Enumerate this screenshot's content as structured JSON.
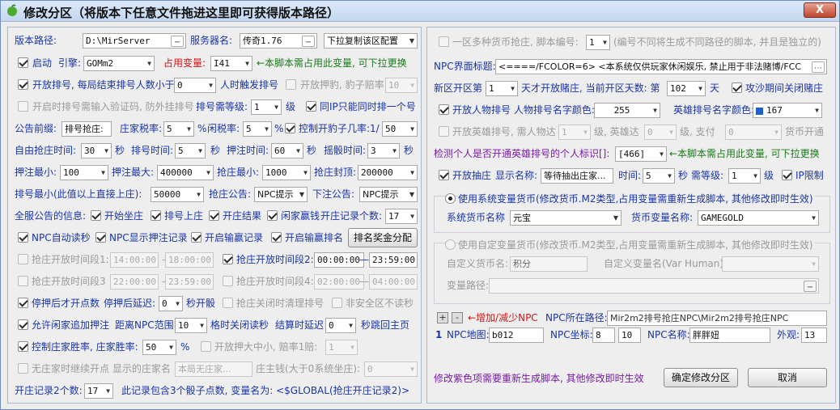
{
  "window": {
    "title": "修改分区（将版本下任意文件拖进这里即可获得版本路径）",
    "close": "X"
  },
  "left": {
    "version_path_label": "版本路径:",
    "version_path_value": "D:\\MirServer",
    "server_name_label": "服务器名:",
    "server_name_value": "传奇1.76",
    "copy_config_select": "下拉复制该区配置",
    "start_label": "启动",
    "engine_label": "引擎:",
    "engine_value": "GOMm2",
    "used_var_label": "占用变量:",
    "used_var_value": "I41",
    "used_var_note": "←本脚本需占用此变量, 可下拉更换",
    "open_rank_label": "开放排号, 每局结束排号人数小于",
    "open_rank_value": "0",
    "open_rank_suffix": "人时触发排号",
    "open_bet_label": "开放押豹, 豹子赔率:",
    "open_bet_value": "10",
    "captcha_label": "开启时排号需输入验证码, 防外挂排号",
    "rank_level_label": "排号需等级:",
    "rank_level_value": "1",
    "rank_level_unit": "级",
    "same_ip_label": "同IP只能同时排一个号",
    "notice_prefix_label": "公告前缀:",
    "notice_prefix_value": "排号抢庄:",
    "dealer_tax_label": "庄家税率:",
    "dealer_tax_value": "5",
    "pct": "%",
    "idle_tax_label": "闲税率:",
    "idle_tax_value": "5",
    "control_dice_label": "控制开豹子几率:1/",
    "control_dice_value": "50",
    "free_time_label": "自由抢庄时间:",
    "free_time_value": "30",
    "sec": "秒",
    "rank_time_label": "排号时间:",
    "rank_time_value": "5",
    "bet_time_label": "押注时间:",
    "bet_time_value": "60",
    "dice_time_label": "摇骰时间:",
    "dice_time_value": "3",
    "bet_min_label": "押注最小:",
    "bet_min_value": "100",
    "bet_max_label": "押注最大:",
    "bet_max_value": "400000",
    "grab_min_label": "抢庄最小:",
    "grab_min_value": "1000",
    "grab_cap_label": "抢庄封顶:",
    "grab_cap_value": "200000",
    "rank_min_label": "排号最小(此值以上直接上庄):",
    "rank_min_value": "50000",
    "grab_notice_label": "抢庄公告:",
    "grab_notice_value": "NPC提示",
    "down_notice_label": "下注公告:",
    "down_notice_value": "NPC提示",
    "global_notice_label": "全服公告的信息:",
    "start_sit_label": "开始坐庄",
    "rank_up_label": "排号上庄",
    "end_label": "开庄结果",
    "idle_win_label": "闲家赢钱",
    "record_count_label": "开庄记录个数:",
    "record_count_value": "17",
    "npc_auto_read_label": "NPC自动读秒",
    "npc_show_bet_label": "NPC显示押注记录",
    "win_loss_record_label": "开启输赢记录",
    "win_loss_rank_label": "开启输赢排名",
    "rank_prize_btn": "排名奖金分配",
    "grab_period1_label": "抢庄开放时间段1:",
    "p1_start": "14:00:00",
    "p1_end": "18:00:00",
    "dash": "—",
    "grab_period2_label": "抢庄开放时间段2:",
    "p2_start": "00:00:00",
    "p2_end": "23:59:00",
    "grab_period3_label": "抢庄开放时间段3",
    "p3_start": "22:00:00",
    "p3_end": "23:59:00",
    "grab_period4_label": "抢庄开放时间段4:",
    "p4_start": "02:00:00",
    "p4_end": "04:00:00",
    "stop_bet_label": "停押后才开点数",
    "stop_delay_label": "停押后延迟:",
    "stop_delay_value": "0",
    "stop_delay_suffix": "秒开骰",
    "close_clear_label": "抢庄关闭时清理排号",
    "non_safe_label": "非安全区不读秒",
    "allow_idle_label": "允许闲家追加押注",
    "distance_label": "距离NPC范围:",
    "distance_value": "10",
    "distance_suffix": "格时关闭读秒",
    "settle_delay_label": "结算时延迟",
    "settle_delay_value": "0",
    "settle_delay_suffix": "秒跳回主页",
    "control_win_label": "控制庄家胜率, 庄家胜率:",
    "control_win_value": "50",
    "open_size_label": "开放押大中小, 赔率1赔:",
    "open_size_value": "1",
    "no_dealer_label": "无庄家时继续开点 显示的庄家名",
    "no_dealer_value": "本局无庄家...",
    "dealer_money_label": "庄主钱(大于0系统坐庄):",
    "dealer_money_value": "0",
    "record2_label": "开庄记录2个数:",
    "record2_value": "17",
    "record2_note": "此记录包含3个骰子点数, 变量名为: <$GLOBAL(抢庄开庄记录2)>"
  },
  "right": {
    "multi_currency_label": "一区多种货币抢庄, 脚本编号:",
    "multi_currency_value": "1",
    "multi_currency_note": "(编号不同将生成不同路径的脚本, 并且是独立的)",
    "npc_title_label": "NPC界面标题:",
    "npc_title_value": "<====/FCOLOR=6> <本系统仅供玩家休闲娱乐, 禁止用于非法赌博/FCC",
    "new_zone_label": "新区开区第",
    "new_zone_value": "1",
    "new_zone_mid": "天才开放赌庄, 当前开区天数: 第",
    "new_zone_day": "102",
    "day_unit": "天",
    "siege_close_label": "攻沙期间关闭赌庄",
    "char_rank_label": "开放人物排号 人物排号名字颜色:",
    "char_rank_value": "255",
    "hero_color_label": "英雄排号名字颜色:",
    "hero_color_value": "167",
    "hero_rank_label": "开放英雄排号, 需人物达",
    "hero_rank_value": "1",
    "hero_rank_mid": "级, 英雄达",
    "hero_rank_value2": "0",
    "hero_rank_mid2": "级, 支付",
    "hero_rank_value3": "0",
    "hero_rank_suffix": "货币开通",
    "detect_label": "检测个人是否开通英雄排号的个人标识[]:",
    "detect_value": "[466]",
    "detect_note": "←本脚本需占用此变量, 可下拉更换",
    "open_grab_label": "开放抽庄",
    "display_name_label": "显示名称:",
    "display_name_value": "等待抽出庄家...",
    "time_label": "时间:",
    "time_value": "5",
    "sec": "秒",
    "need_level_label": "需等级:",
    "need_level_value": "1",
    "level_unit": "级",
    "ip_limit_label": "IP限制",
    "sys_currency_radio": "使用系统变量货币(修改货币.M2类型,占用变量需重新生成脚本, 其他修改即时生效)",
    "sys_currency_name_label": "系统货币名称",
    "sys_currency_name_value": "元宝",
    "currency_var_label": "货币变量名称:",
    "currency_var_value": "GAMEGOLD",
    "custom_currency_radio": "使用自定变量货币(修改货币.M2类型,占用变量需重新生成脚本, 其他修改即时生效)",
    "custom_currency_name_label": "自定义货币名:",
    "custom_currency_name_value": "积分",
    "custom_var_label": "自定义变量名(Var Human):",
    "var_path_label": "变量路径:",
    "add_btn": "+",
    "remove_btn": "-",
    "add_remove_note": "←增加/减少NPC",
    "npc_path_label": "NPC所在路径:",
    "npc_path_value": "Mir2m2排号抢庄NPC\\Mir2m2排号抢庄NPC",
    "npc_index": "1",
    "npc_map_label": "NPC地图:",
    "npc_map_value": "b012",
    "npc_coord_label": "NPC坐标:",
    "npc_x": "8",
    "npc_y": "10",
    "npc_name_label": "NPC名称:",
    "npc_name_value": "胖胖妞",
    "npc_appearance_label": "外观:",
    "npc_appearance_value": "13",
    "footer_note": "修改紫色项需要重新生成脚本, 其他修改即时生效",
    "confirm_btn": "确定修改分区",
    "cancel_btn": "取消"
  },
  "colors": {
    "hero_color_swatch": "#1f5fc8",
    "accent_red": "#d21414",
    "accent_purple": "#7a1aa8"
  }
}
